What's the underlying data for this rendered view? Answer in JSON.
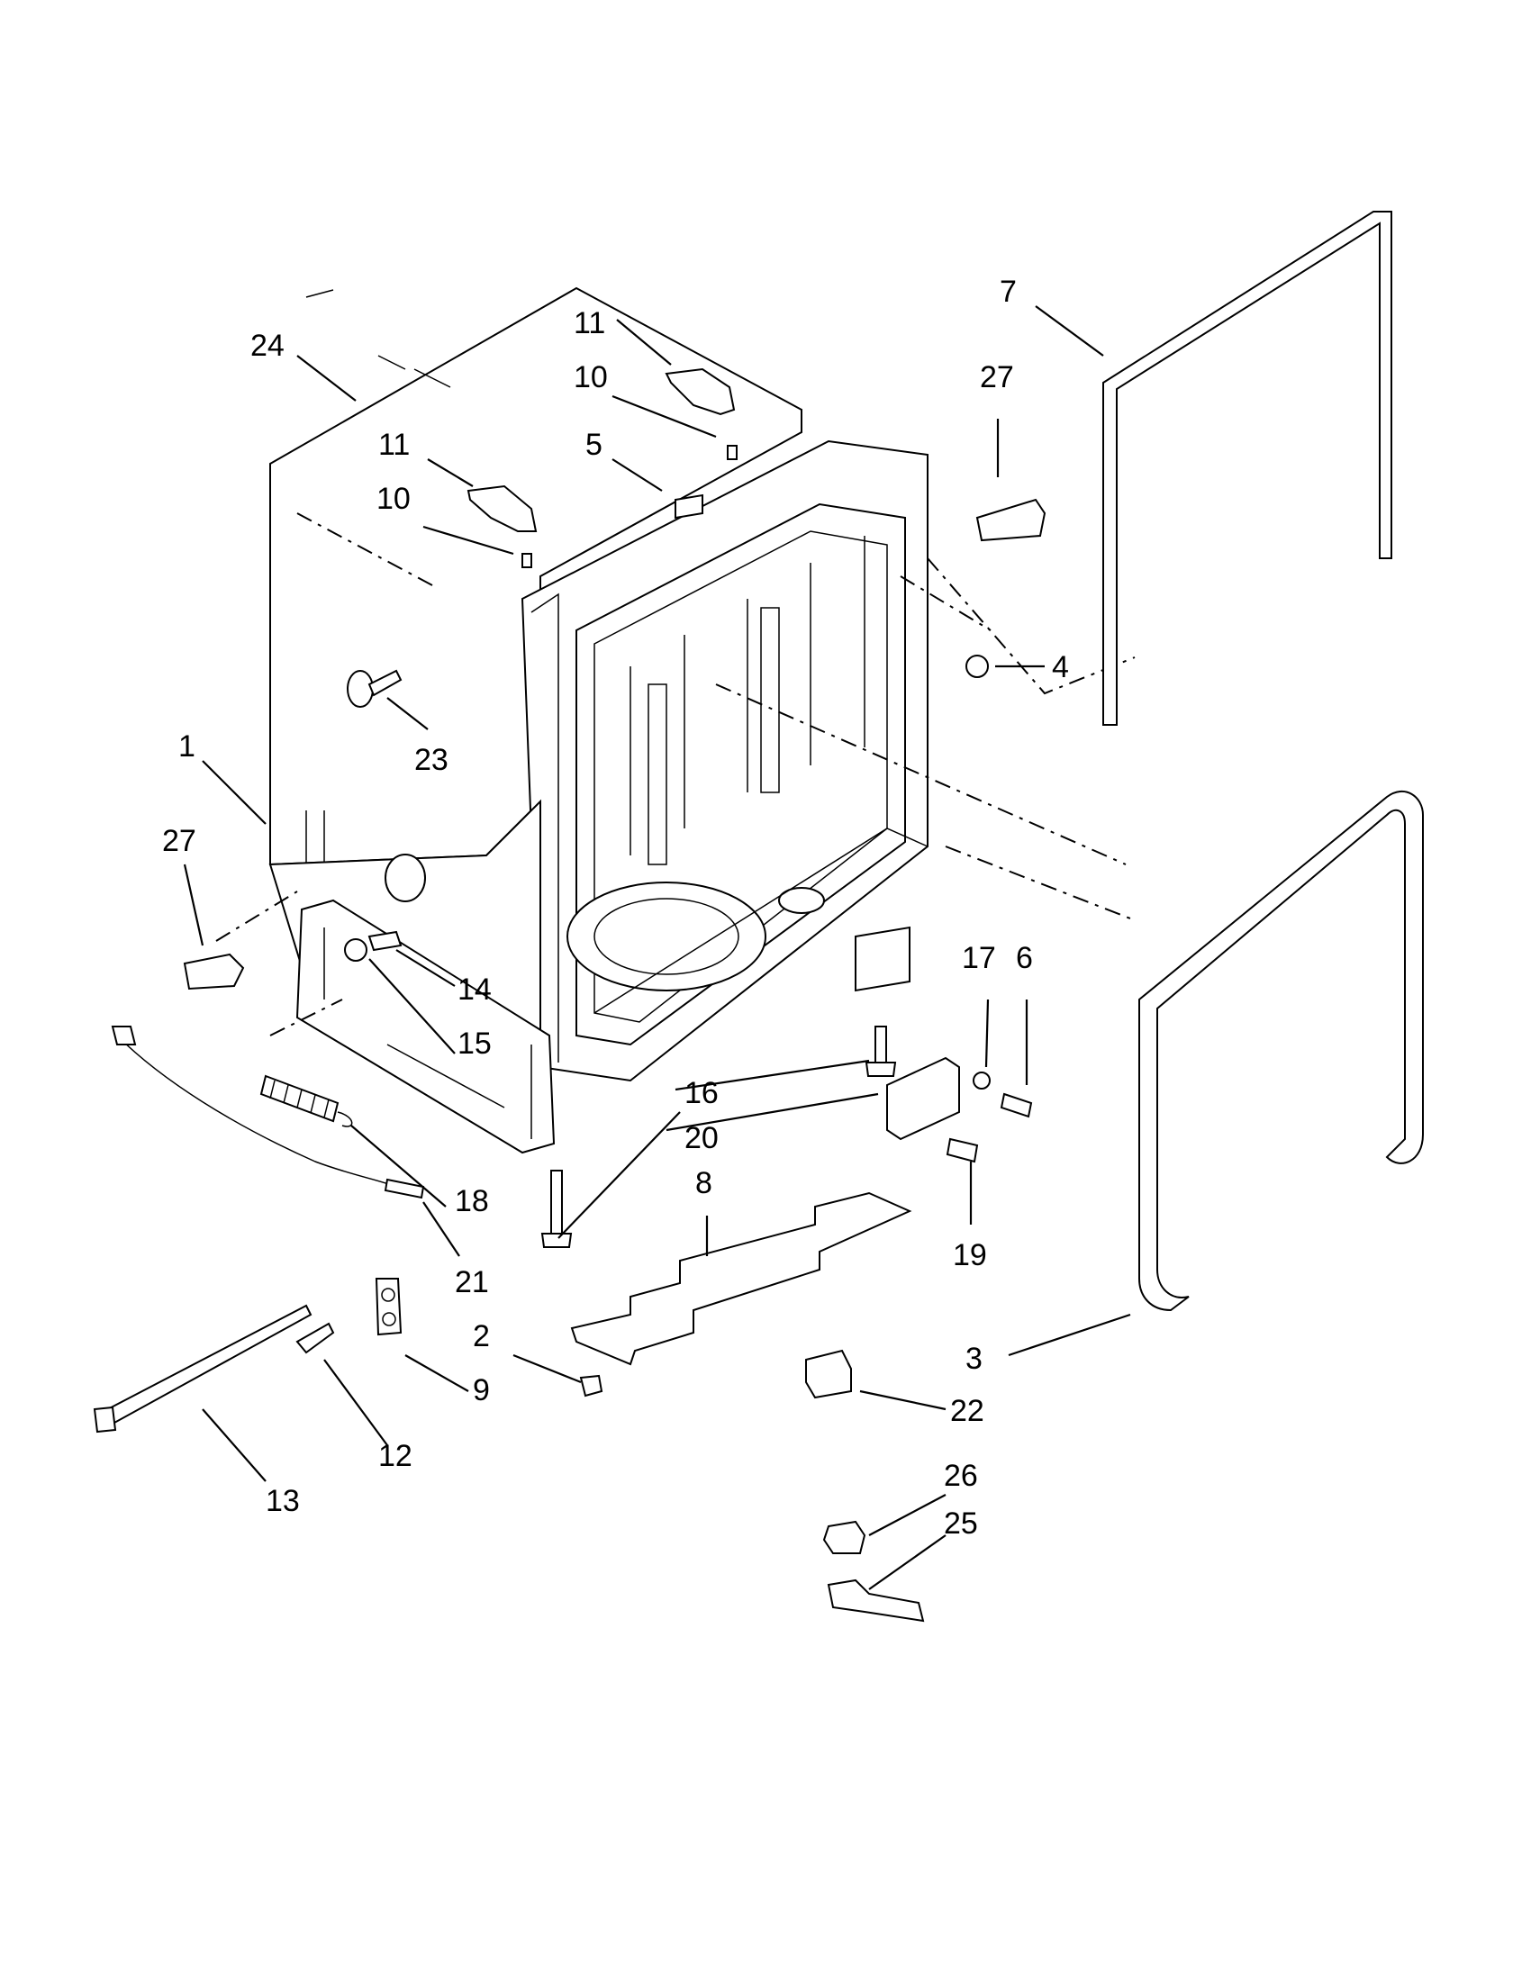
{
  "diagram": {
    "callouts": [
      {
        "id": "c24a",
        "label": "24"
      },
      {
        "id": "c11a",
        "label": "11"
      },
      {
        "id": "c10a",
        "label": "10"
      },
      {
        "id": "c11b",
        "label": "11"
      },
      {
        "id": "c10b",
        "label": "10"
      },
      {
        "id": "c5",
        "label": "5"
      },
      {
        "id": "c7",
        "label": "7"
      },
      {
        "id": "c27a",
        "label": "27"
      },
      {
        "id": "c4",
        "label": "4"
      },
      {
        "id": "c23",
        "label": "23"
      },
      {
        "id": "c1",
        "label": "1"
      },
      {
        "id": "c27b",
        "label": "27"
      },
      {
        "id": "c14",
        "label": "14"
      },
      {
        "id": "c15",
        "label": "15"
      },
      {
        "id": "c17",
        "label": "17"
      },
      {
        "id": "c6",
        "label": "6"
      },
      {
        "id": "c16",
        "label": "16"
      },
      {
        "id": "c20",
        "label": "20"
      },
      {
        "id": "c18",
        "label": "18"
      },
      {
        "id": "c8",
        "label": "8"
      },
      {
        "id": "c19",
        "label": "19"
      },
      {
        "id": "c21",
        "label": "21"
      },
      {
        "id": "c2",
        "label": "2"
      },
      {
        "id": "c9",
        "label": "9"
      },
      {
        "id": "c3",
        "label": "3"
      },
      {
        "id": "c22",
        "label": "22"
      },
      {
        "id": "c12",
        "label": "12"
      },
      {
        "id": "c13",
        "label": "13"
      },
      {
        "id": "c26",
        "label": "26"
      },
      {
        "id": "c25",
        "label": "25"
      }
    ]
  }
}
